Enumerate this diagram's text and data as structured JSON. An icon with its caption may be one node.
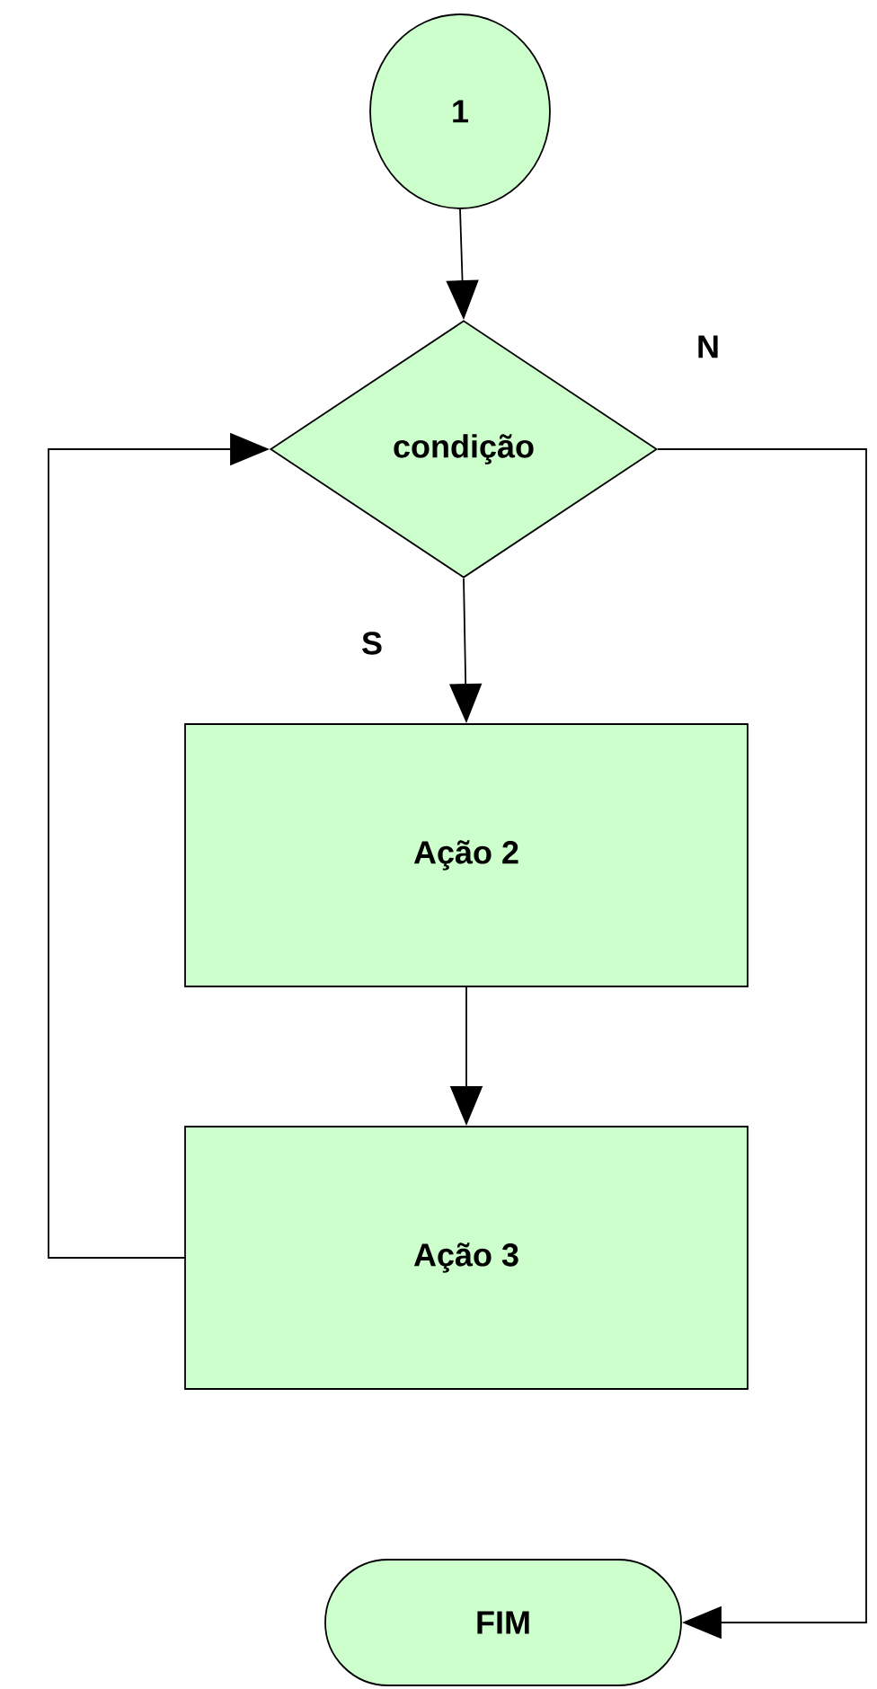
{
  "diagram": {
    "nodes": [
      {
        "text": [
          "1"
        ]
      },
      {
        "text": [
          "condição"
        ]
      },
      {
        "text": [
          "Ação 2"
        ]
      },
      {
        "text": [
          "Ação 3"
        ]
      },
      {
        "text": [
          "FIM"
        ]
      }
    ],
    "edges": [
      {
        "from": 0,
        "to": 1,
        "arrow": "to"
      },
      {
        "from": 1,
        "to": 2,
        "arrow": "to",
        "label": "S"
      },
      {
        "from": 2,
        "to": 3,
        "arrow": "to"
      },
      {
        "from": 3,
        "to": 1,
        "arrow": "to"
      },
      {
        "from": 1,
        "to": 4,
        "arrow": "to",
        "label": "N"
      }
    ]
  }
}
